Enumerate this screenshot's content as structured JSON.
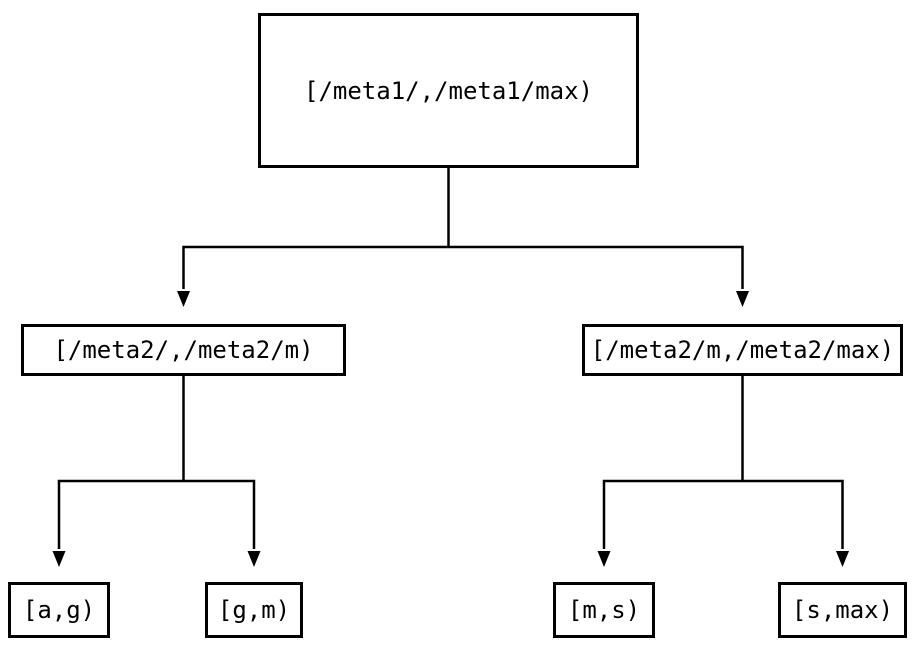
{
  "tree": {
    "root": {
      "label": "[/meta1/,/meta1/max)",
      "children": [
        {
          "label": "[/meta2/,/meta2/m)",
          "children": [
            {
              "label": "[a,g)"
            },
            {
              "label": "[g,m)"
            }
          ]
        },
        {
          "label": "[/meta2/m,/meta2/max)",
          "children": [
            {
              "label": "[m,s)"
            },
            {
              "label": "[s,max)"
            }
          ]
        }
      ]
    },
    "colors": {
      "foreground": "#000000",
      "background": "#ffffff"
    }
  }
}
